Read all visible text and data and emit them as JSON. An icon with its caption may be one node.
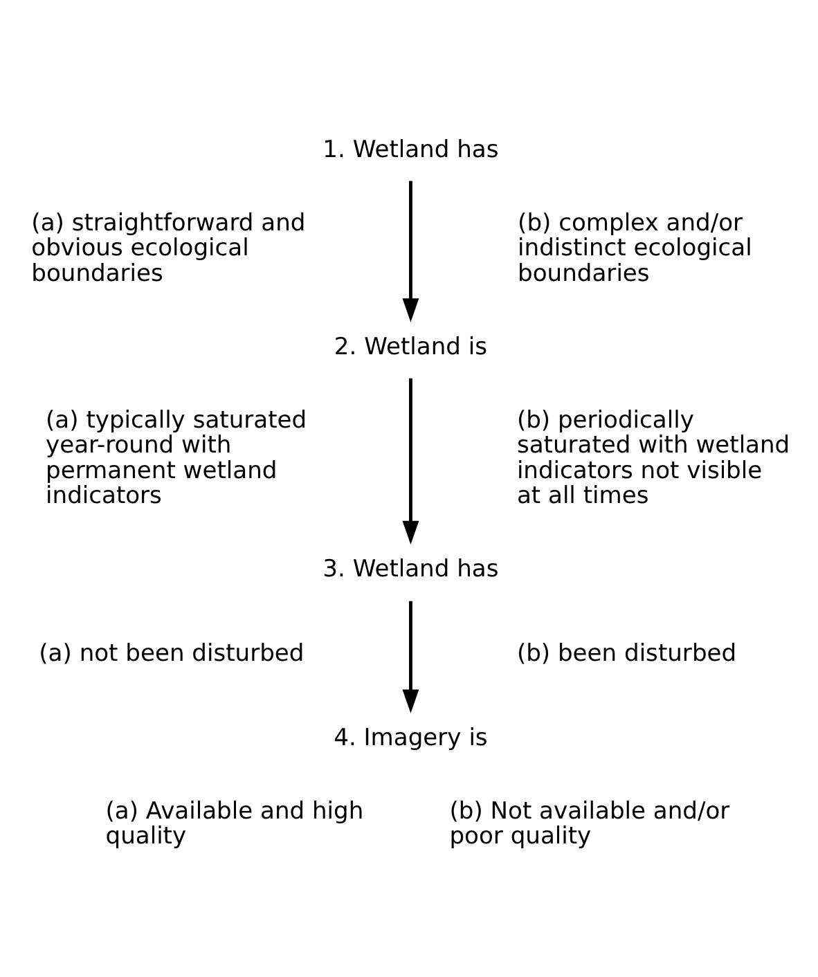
{
  "diagram": {
    "nodes": [
      {
        "text": [
          "1. Wetland has"
        ]
      },
      {
        "text": [
          "2. Wetland is"
        ]
      },
      {
        "text": [
          "3. Wetland has"
        ]
      },
      {
        "text": [
          "4. Imagery is"
        ]
      }
    ],
    "edges": [
      {
        "from": 0,
        "to": 1,
        "arrow": "to"
      },
      {
        "from": 1,
        "to": 2,
        "arrow": "to"
      },
      {
        "from": 2,
        "to": 3,
        "arrow": "to"
      }
    ],
    "labels": [
      "(a) straightforward and obvious ecological boundaries",
      "(b) complex and/or indistinct ecological boundaries",
      "(a) typically saturated year-round with permanent wetland indicators",
      "(b) periodically saturated with wetland indicators not visible at all times",
      "(a) not been disturbed",
      "(b) been disturbed",
      "(a) Available and high quality",
      "(b) Not available and/or poor quality"
    ]
  }
}
